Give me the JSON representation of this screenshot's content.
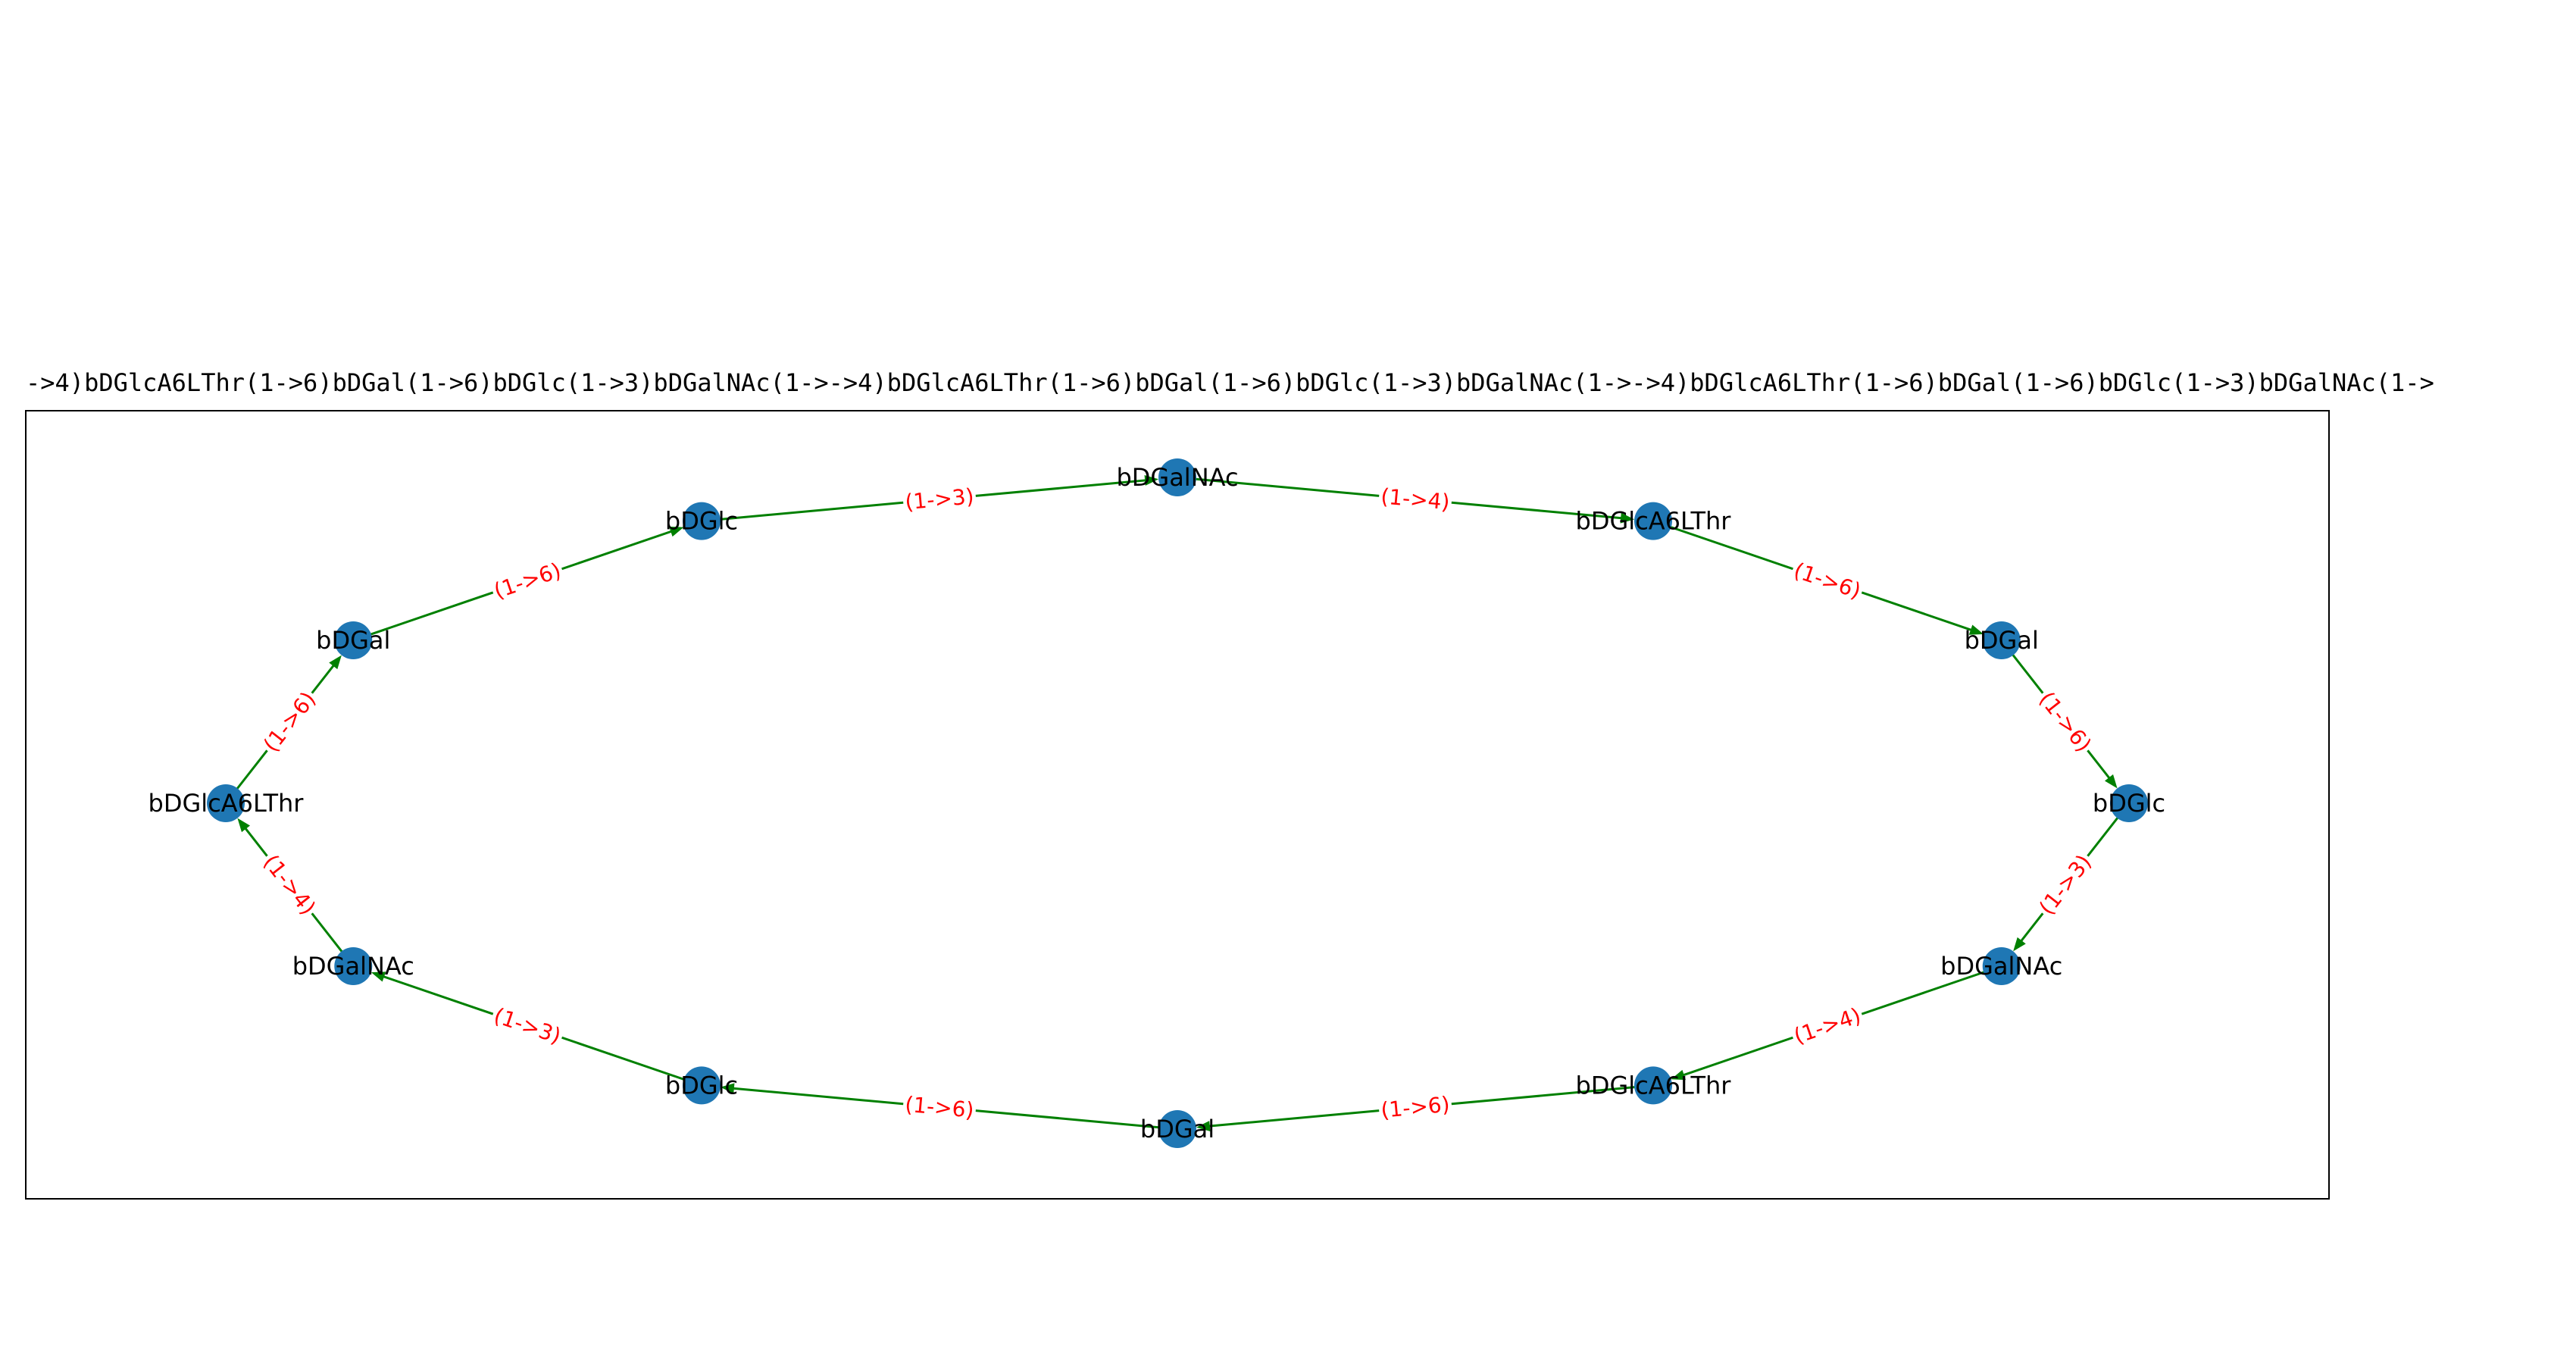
{
  "title": "->4)bDGlcA6LThr(1->6)bDGal(1->6)bDGlc(1->3)bDGalNAc(1->->4)bDGlcA6LThr(1->6)bDGal(1->6)bDGlc(1->3)bDGalNAc(1->->4)bDGlcA6LThr(1->6)bDGal(1->6)bDGlc(1->3)bDGalNAc(1->",
  "colors": {
    "node": "#1f77b4",
    "edge": "#008000",
    "edge_label": "#ff0000",
    "text": "#000000"
  },
  "nodes": [
    {
      "id": "n0",
      "label": "bDGalNAc"
    },
    {
      "id": "n1",
      "label": "bDGlc"
    },
    {
      "id": "n2",
      "label": "bDGal"
    },
    {
      "id": "n3",
      "label": "bDGlcA6LThr"
    },
    {
      "id": "n4",
      "label": "bDGalNAc"
    },
    {
      "id": "n5",
      "label": "bDGlc"
    },
    {
      "id": "n6",
      "label": "bDGal"
    },
    {
      "id": "n7",
      "label": "bDGlcA6LThr"
    },
    {
      "id": "n8",
      "label": "bDGalNAc"
    },
    {
      "id": "n9",
      "label": "bDGlc"
    },
    {
      "id": "n10",
      "label": "bDGal"
    },
    {
      "id": "n11",
      "label": "bDGlcA6LThr"
    }
  ],
  "edges": [
    {
      "source": "n0",
      "target": "n11",
      "label": "(1->4)"
    },
    {
      "source": "n11",
      "target": "n10",
      "label": "(1->6)"
    },
    {
      "source": "n10",
      "target": "n9",
      "label": "(1->6)"
    },
    {
      "source": "n9",
      "target": "n8",
      "label": "(1->3)"
    },
    {
      "source": "n8",
      "target": "n7",
      "label": "(1->4)"
    },
    {
      "source": "n7",
      "target": "n6",
      "label": "(1->6)"
    },
    {
      "source": "n6",
      "target": "n5",
      "label": "(1->6)"
    },
    {
      "source": "n5",
      "target": "n4",
      "label": "(1->3)"
    },
    {
      "source": "n4",
      "target": "n3",
      "label": "(1->4)"
    },
    {
      "source": "n3",
      "target": "n2",
      "label": "(1->6)"
    },
    {
      "source": "n2",
      "target": "n1",
      "label": "(1->6)"
    },
    {
      "source": "n1",
      "target": "n0",
      "label": "(1->3)"
    }
  ]
}
